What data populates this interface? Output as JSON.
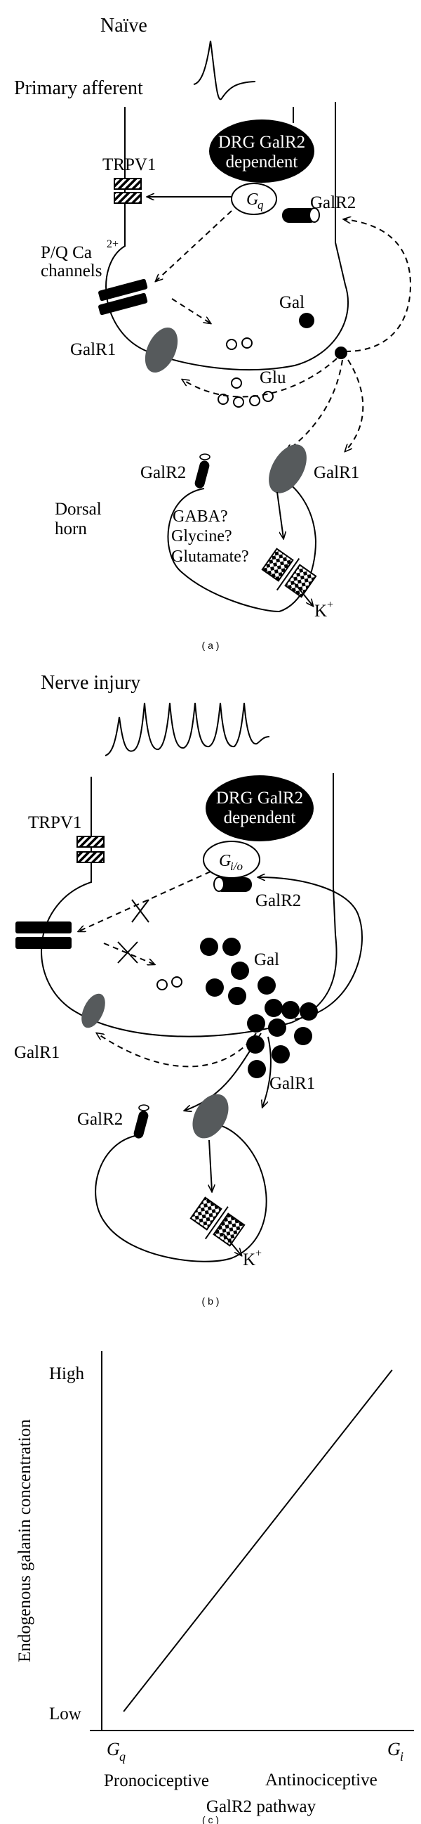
{
  "panel_a": {
    "state_label": "Naïve",
    "primary_afferent": "Primary afferent",
    "receptor_box_line1": "DRG GalR2",
    "receptor_box_line2": "dependent",
    "g_protein_main": "G",
    "g_protein_sub": "q",
    "trpv1": "TRPV1",
    "galr2": "GalR2",
    "channels_line1": "P/Q Ca",
    "channels_sup": "2+",
    "channels_line2": "channels",
    "gal": "Gal",
    "galr1_left": "GalR1",
    "glu": "Glu",
    "galr2_lower": "GalR2",
    "galr1_lower": "GalR1",
    "dorsal_line1": "Dorsal",
    "dorsal_line2": "horn",
    "q_gaba": "GABA?",
    "q_glycine": "Glycine?",
    "q_glutamate": "Glutamate?",
    "k_ion": "K",
    "k_sup": "+",
    "caption": "( a )"
  },
  "panel_b": {
    "state_label": "Nerve injury",
    "receptor_box_line1": "DRG GalR2",
    "receptor_box_line2": "dependent",
    "g_protein_main": "G",
    "g_protein_sub": "i/o",
    "trpv1": "TRPV1",
    "galr2": "GalR2",
    "gal": "Gal",
    "galr1_left": "GalR1",
    "galr2_lower": "GalR2",
    "galr1_lower": "GalR1",
    "k_ion": "K",
    "k_sup": "+",
    "caption": "( b )"
  },
  "panel_c": {
    "caption": "( c )",
    "chart_data": {
      "type": "line",
      "ylabel": "Endogenous galanin concentration",
      "xlabel": "GalR2 pathway",
      "y_ticks": [
        "Low",
        "High"
      ],
      "x_ticks": [
        {
          "main": "G",
          "sub": "q"
        },
        {
          "main": "G",
          "sub": "i"
        }
      ],
      "x_category_labels": [
        "Pronociceptive",
        "Antinociceptive"
      ],
      "series": [
        {
          "x": [
            0.07,
            0.93
          ],
          "y": [
            0.05,
            0.95
          ]
        }
      ],
      "xlim": [
        0,
        1
      ],
      "ylim": [
        0,
        1
      ]
    }
  }
}
